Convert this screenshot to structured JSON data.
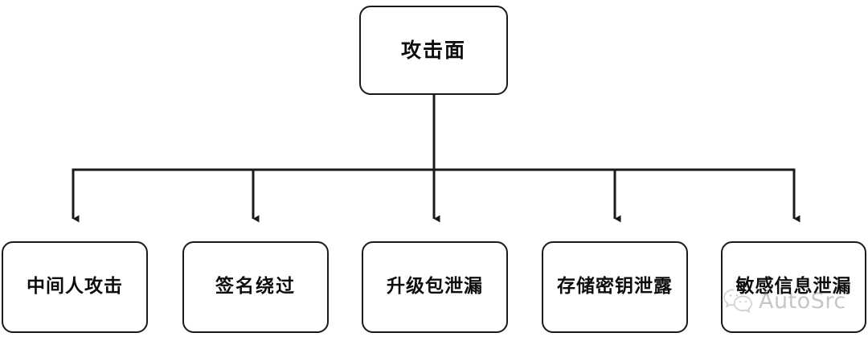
{
  "diagram": {
    "type": "tree",
    "orientation": "top-down",
    "root": {
      "label": "攻击面"
    },
    "children": [
      {
        "label": "中间人攻击"
      },
      {
        "label": "签名绕过"
      },
      {
        "label": "升级包泄漏"
      },
      {
        "label": "存储密钥泄露"
      },
      {
        "label": "敏感信息泄漏"
      }
    ],
    "colors": {
      "background": "#ffffff",
      "box_border": "#1a1a1a",
      "box_fill": "#ffffff",
      "text": "#0d0d0d",
      "connector": "#1a1a1a",
      "watermark": "#7a7a7a"
    }
  },
  "watermark": {
    "text": "AutoSrc",
    "icon": "wechat-logo-icon"
  }
}
